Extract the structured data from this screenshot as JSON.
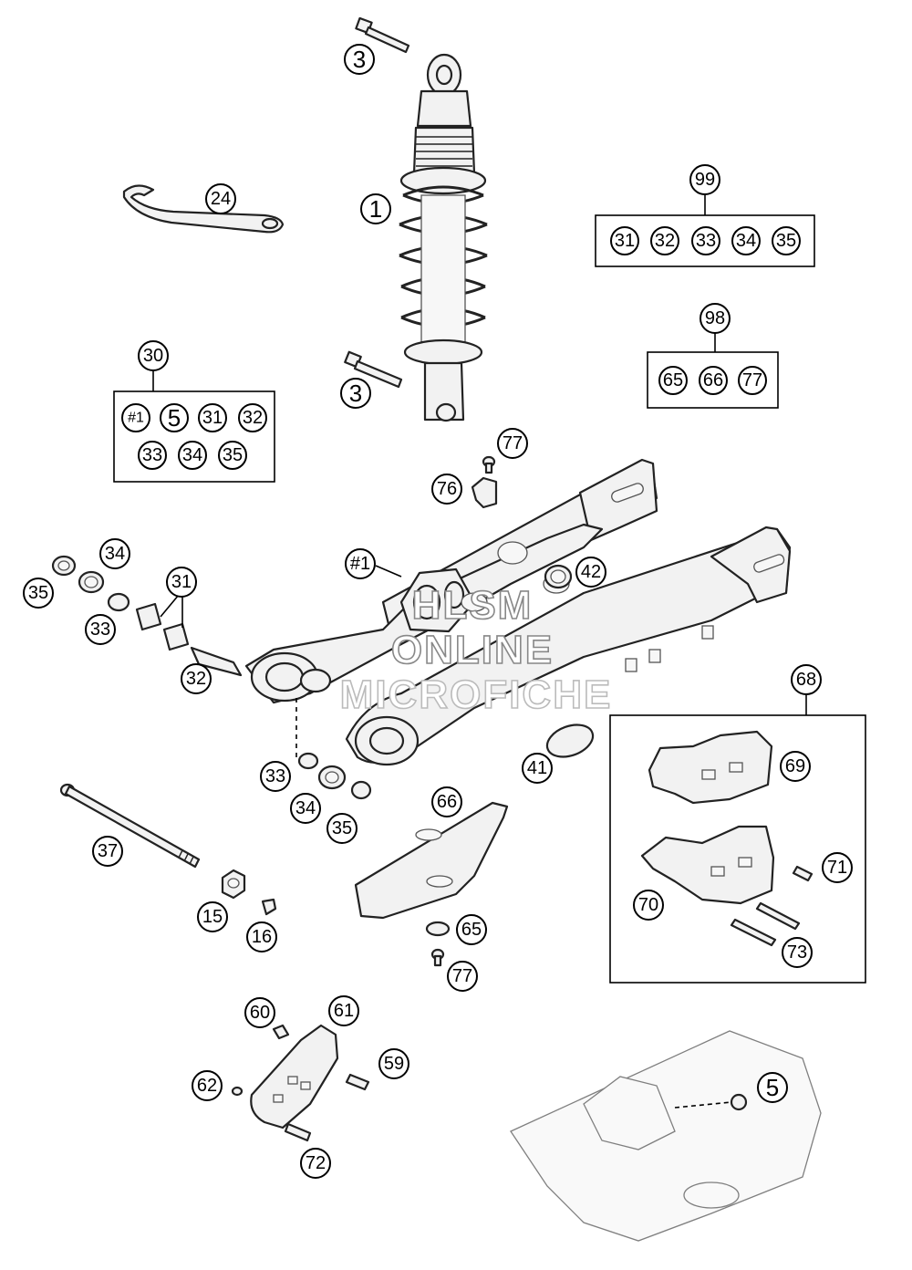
{
  "watermark": {
    "line1": "HLSM",
    "line2": "ONLINE",
    "line3": "MICROFICHE"
  },
  "callouts": {
    "c1": "1",
    "c3a": "3",
    "c3b": "3",
    "c5": "5",
    "c15": "15",
    "c16": "16",
    "c24": "24",
    "c30": "30",
    "c31a": "31",
    "c32a": "32",
    "c33a": "33",
    "c33b": "33",
    "c34a": "34",
    "c34b": "34",
    "c35a": "35",
    "c35b": "35",
    "c37": "37",
    "c41": "41",
    "c42": "42",
    "c59": "59",
    "c60": "60",
    "c61": "61",
    "c62": "62",
    "c65": "65",
    "c66": "66",
    "c68": "68",
    "c69": "69",
    "c70": "70",
    "c71": "71",
    "c72": "72",
    "c73": "73",
    "c76": "76",
    "c77a": "77",
    "c77b": "77",
    "c98": "98",
    "c99": "99",
    "hash1": "#1"
  },
  "kits": {
    "kit30": [
      "#1",
      "5",
      "31",
      "32",
      "33",
      "34",
      "35"
    ],
    "kit99": [
      "31",
      "32",
      "33",
      "34",
      "35"
    ],
    "kit98": [
      "65",
      "66",
      "77"
    ]
  }
}
